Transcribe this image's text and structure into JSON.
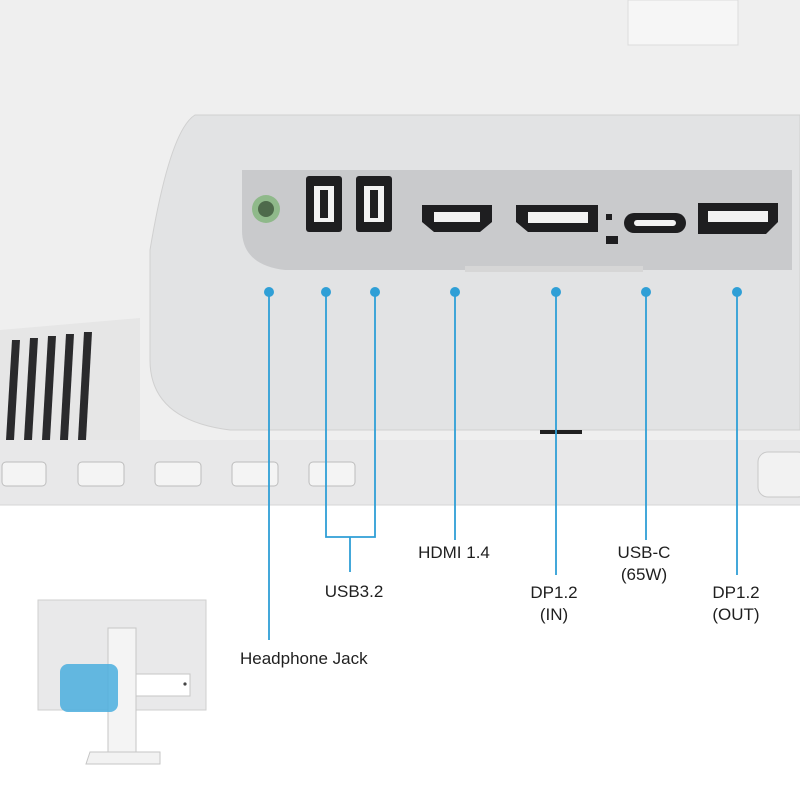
{
  "colors": {
    "accent": "#2f9fd6",
    "panel": "#e9e9ea",
    "port_panel": "#c9cacc",
    "port_dark": "#1e1e20",
    "jack_green": "#8fb98a",
    "highlight": "#4aaede"
  },
  "ports": [
    {
      "id": "headphone",
      "icon": "headphone-jack-icon",
      "lines": [
        "Headphone Jack"
      ]
    },
    {
      "id": "usb",
      "icon": "usb-a-port-icon",
      "lines": [
        "USB3.2"
      ]
    },
    {
      "id": "hdmi",
      "icon": "hdmi-port-icon",
      "lines": [
        "HDMI 1.4"
      ]
    },
    {
      "id": "dp-in",
      "icon": "displayport-icon",
      "lines": [
        "DP1.2",
        "(IN)"
      ]
    },
    {
      "id": "usbc",
      "icon": "usb-c-port-icon",
      "lines": [
        "USB-C",
        "(65W)"
      ]
    },
    {
      "id": "dp-out",
      "icon": "displayport-icon",
      "lines": [
        "DP1.2",
        "(OUT)"
      ]
    }
  ],
  "inset": {
    "icon": "monitor-thumbnail-icon"
  }
}
